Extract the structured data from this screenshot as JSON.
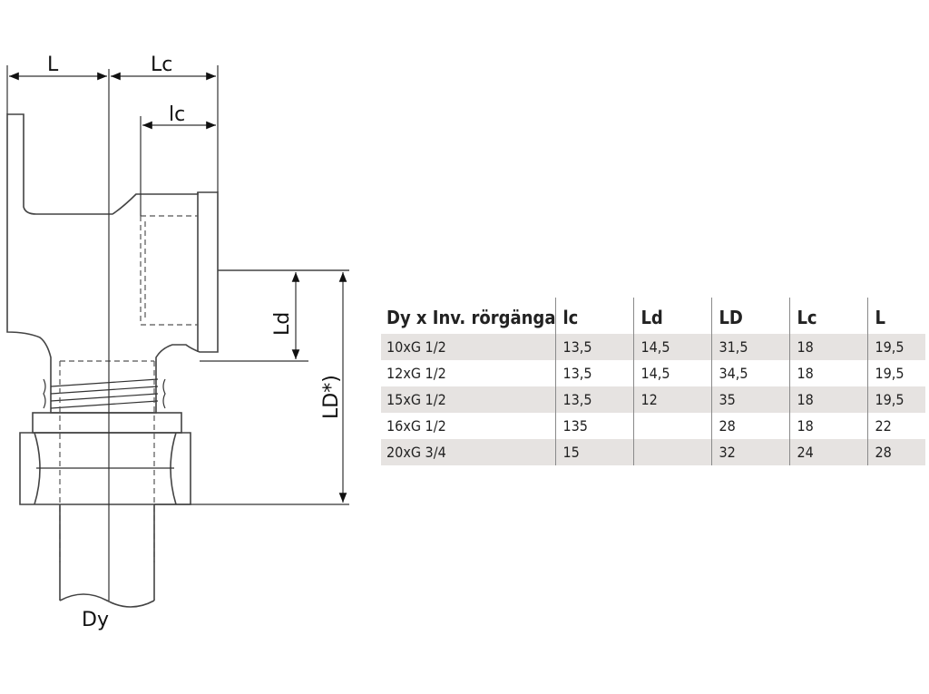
{
  "dimensions": {
    "L": "L",
    "Lc": "Lc",
    "lc": "lc",
    "Ld": "Ld",
    "LD": "LD*)",
    "Dy": "Dy"
  },
  "table": {
    "headers": [
      "Dy x Inv. rörgänga",
      "lc",
      "Ld",
      "LD",
      "Lc",
      "L"
    ],
    "rows": [
      [
        "10xG 1/2",
        "13,5",
        "14,5",
        "31,5",
        "18",
        "19,5"
      ],
      [
        "12xG 1/2",
        "13,5",
        "14,5",
        "34,5",
        "18",
        "19,5"
      ],
      [
        "15xG 1/2",
        "13,5",
        "12",
        "35",
        "18",
        "19,5"
      ],
      [
        "16xG 1/2",
        "135",
        "",
        "28",
        "18",
        "22"
      ],
      [
        "20xG 3/4",
        "15",
        "",
        "32",
        "24",
        "28"
      ]
    ]
  },
  "colors": {
    "stripe": "#e6e3e1",
    "line": "#444444"
  }
}
